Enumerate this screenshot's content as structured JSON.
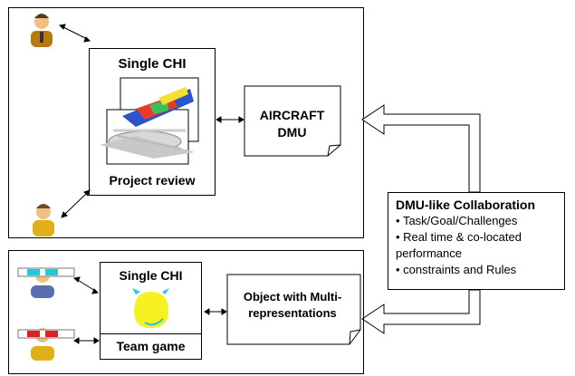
{
  "top_scene": {
    "chi_title": "Single CHI",
    "chi_caption": "Project review",
    "doc_label": "AIRCRAFT DMU"
  },
  "bottom_scene": {
    "chi_title": "Single CHI",
    "chi_caption": "Team game",
    "doc_label": "Object with Multi-representations"
  },
  "collab_box": {
    "title": "DMU-like Collaboration",
    "bullets": [
      "Task/Goal/Challenges",
      "Real time & co-located performance",
      "constraints and Rules"
    ]
  },
  "icons": [
    "user-icon",
    "vr-glasses-user-icon",
    "aircraft-render-image",
    "game-character-icon"
  ],
  "colors": {
    "border": "#000000",
    "glasses_cyan": "#22c8d8",
    "glasses_red": "#e02020",
    "game_yellow": "#f7f023"
  }
}
